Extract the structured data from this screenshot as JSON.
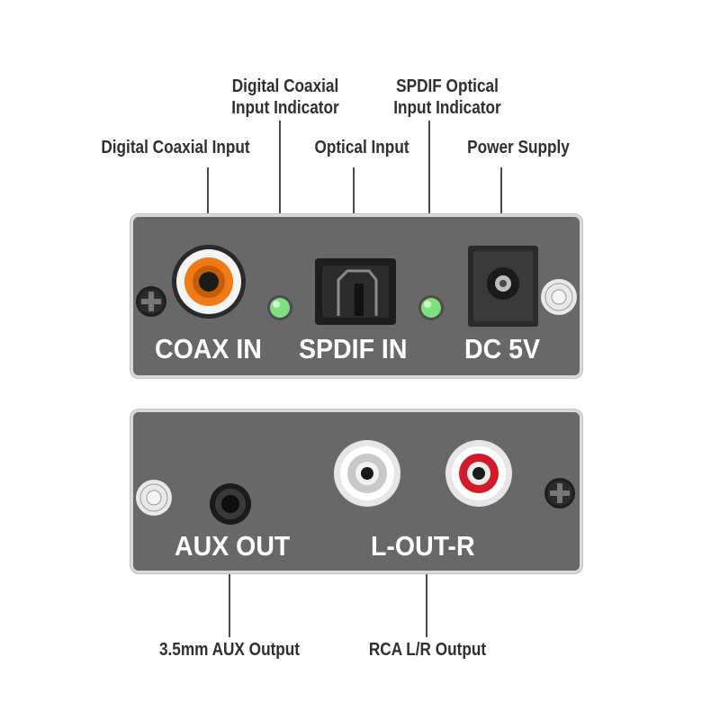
{
  "callouts": {
    "coax_indicator": "Digital Coaxial\nInput Indicator",
    "spdif_indicator": "SPDIF Optical\nInput Indicator",
    "coax_input": "Digital Coaxial Input",
    "optical_input": "Optical Input",
    "power_supply": "Power Supply",
    "aux_output": "3.5mm AUX Output",
    "rca_output": "RCA L/R Output"
  },
  "top_panel": {
    "coax_label": "COAX IN",
    "spdif_label": "SPDIF IN",
    "dc_label": "DC 5V"
  },
  "bottom_panel": {
    "aux_label": "AUX OUT",
    "rca_label": "L-OUT-R"
  },
  "colors": {
    "panel": "#686868",
    "coax_jack": "#f07a14",
    "led": "#7fe07f",
    "rca_right": "#d31a2a"
  }
}
